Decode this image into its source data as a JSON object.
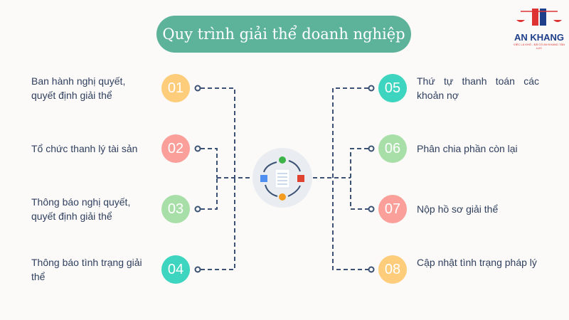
{
  "title": "Quy trình giải thể doanh nghiệp",
  "logo": {
    "name": "AN KHANG",
    "tagline": "VIỆC LÀ KHÓ - ĐÃ CÓ AN KHANG TẬN LỰC"
  },
  "steps": [
    {
      "num": "01",
      "label": "Ban hành nghị quyết, quyết định giải thể",
      "color": "#fdcd7b"
    },
    {
      "num": "02",
      "label": "Tổ chức thanh lý tài sản",
      "color": "#fa9f99"
    },
    {
      "num": "03",
      "label": "Thông báo nghị quyết, quyết định giải thể",
      "color": "#a8dfa8"
    },
    {
      "num": "04",
      "label": "Thông báo tình trạng giải thể",
      "color": "#3dd5bf"
    },
    {
      "num": "05",
      "label": "Thứ tự thanh toán các khoản nợ",
      "color": "#3dd5bf"
    },
    {
      "num": "06",
      "label": "Phân chia phần còn lại",
      "color": "#a8dfa8"
    },
    {
      "num": "07",
      "label": "Nộp hồ sơ giải thể",
      "color": "#fa9f99"
    },
    {
      "num": "08",
      "label": "Cập nhật tình trạng pháp lý",
      "color": "#fdcd7b"
    }
  ]
}
